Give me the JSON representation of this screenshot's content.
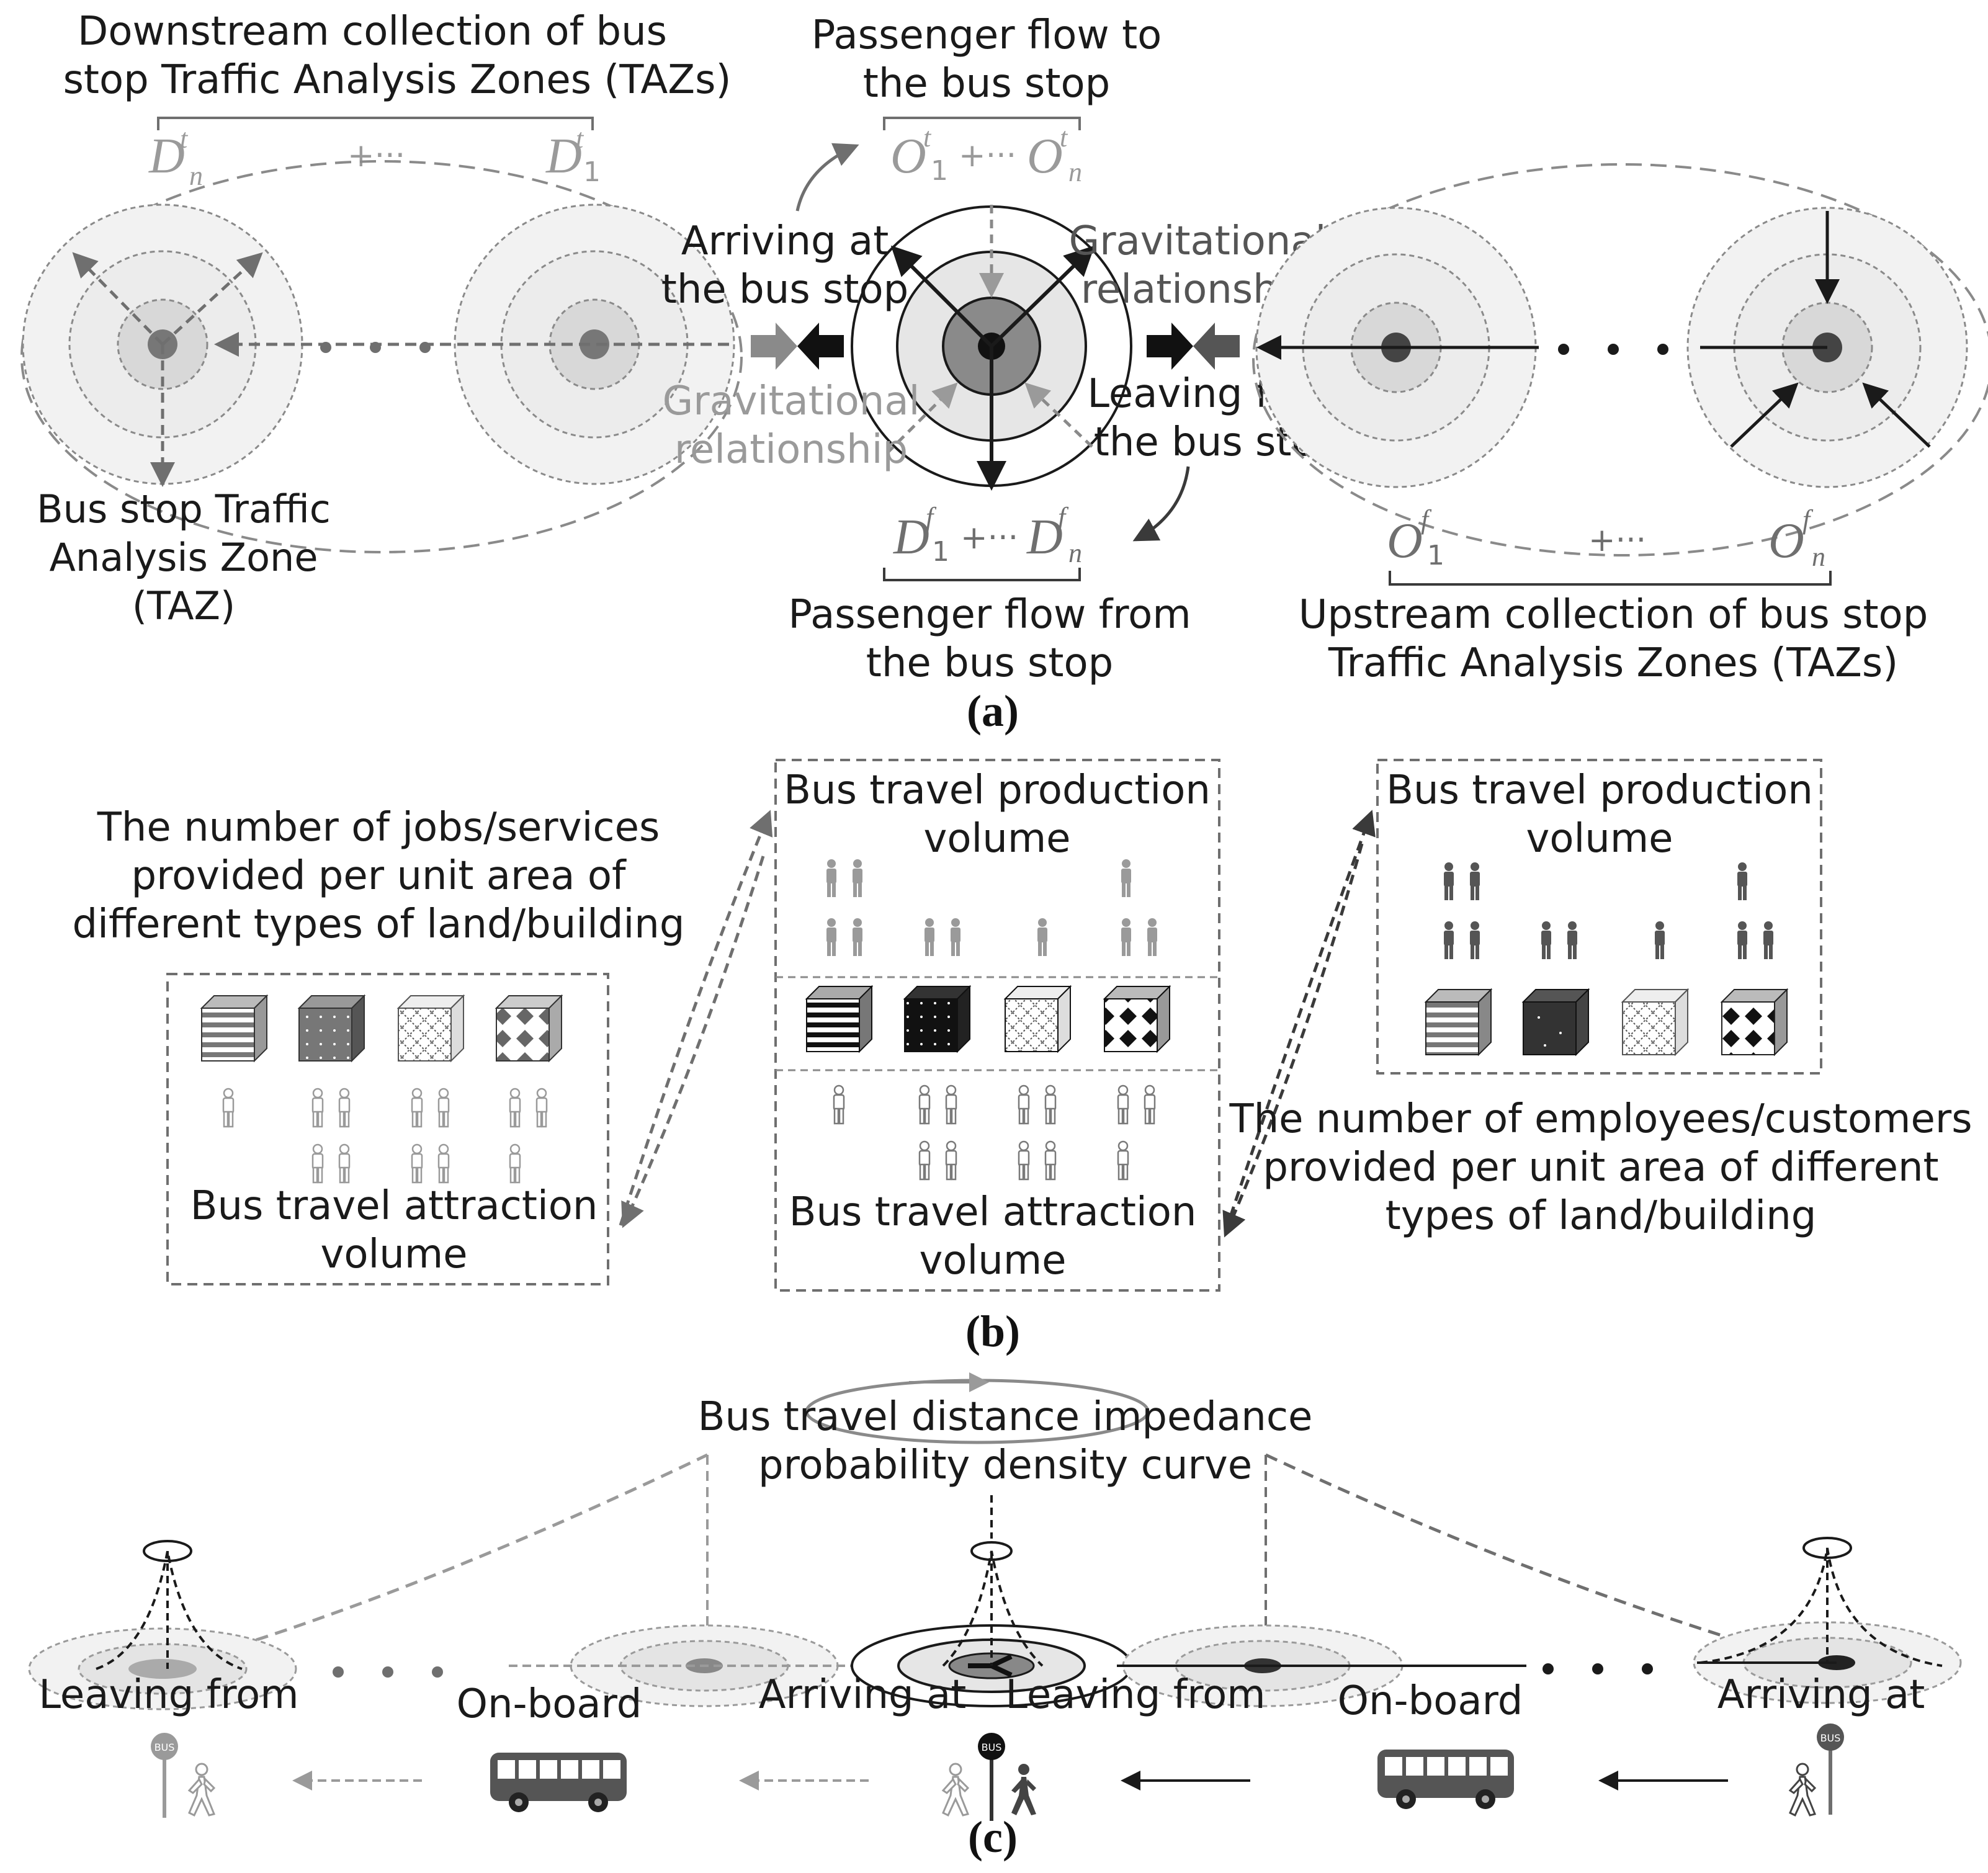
{
  "colors": {
    "ink": "#1a1a1a",
    "mid_gray": "#6f6f6f",
    "light_gray": "#9a9a9a",
    "zone_fill": "#eeeeee",
    "zone_fill_mid": "#dddddd",
    "zone_core": "#888888"
  },
  "panel_a": {
    "caption": "(a)",
    "downstream_title_line1": "Downstream collection of bus",
    "downstream_title_line2": "stop Traffic Analysis Zones (TAZs)",
    "downstream_sum": {
      "left_term": "D",
      "left_sup": "t",
      "left_sub": "n",
      "mid": "+···",
      "right_term": "D",
      "right_sup": "t",
      "right_sub": "1"
    },
    "flow_to_line1": "Passenger flow to",
    "flow_to_line2": "the bus stop",
    "flow_to_sum": {
      "a": "O",
      "a_sup": "t",
      "a_sub": "1",
      "mid": "+···",
      "b": "O",
      "b_sup": "t",
      "b_sub": "n"
    },
    "arriving_line1": "Arriving at",
    "arriving_line2": "the bus stop",
    "grav_right_line1": "Gravitational",
    "grav_right_line2": "relationship",
    "grav_left_line1": "Gravitational",
    "grav_left_line2": "relationship",
    "leaving_line1": "Leaving from",
    "leaving_line2": "the bus stop",
    "taz_line1": "Bus stop Traffic",
    "taz_line2": "Analysis Zone",
    "taz_line3": "(TAZ)",
    "flow_from_sum": {
      "a": "D",
      "a_sup": "f",
      "a_sub": "1",
      "mid": "+···",
      "b": "D",
      "b_sup": "f",
      "b_sub": "n"
    },
    "flow_from_line1": "Passenger flow from",
    "flow_from_line2": "the bus stop",
    "upstream_sum": {
      "left_term": "O",
      "left_sup": "f",
      "left_sub": "1",
      "mid": "+···",
      "right_term": "O",
      "right_sup": "f",
      "right_sub": "n"
    },
    "upstream_title_line1": "Upstream collection of bus stop",
    "upstream_title_line2": "Traffic Analysis Zones (TAZs)"
  },
  "panel_b": {
    "caption": "(b)",
    "jobs_line1": "The number of jobs/services",
    "jobs_line2": "provided per unit area of",
    "jobs_line3": "different types of land/building",
    "box_left_attr_line1": "Bus travel attraction",
    "box_left_attr_line2": "volume",
    "box_mid_prod_line1": "Bus travel production",
    "box_mid_prod_line2": "volume",
    "box_mid_attr_line1": "Bus travel attraction",
    "box_mid_attr_line2": "volume",
    "box_right_prod_line1": "Bus travel production",
    "box_right_prod_line2": "volume",
    "employees_line1": "The number of employees/customers",
    "employees_line2": "provided per unit area of different",
    "employees_line3": "types of land/building"
  },
  "panel_c": {
    "caption": "(c)",
    "curve_line1": "Bus travel distance impedance",
    "curve_line2": "probability density curve",
    "leaving_left": "Leaving from",
    "onboard_left": "On-board",
    "arriving_mid": "Arriving at",
    "leaving_mid": "Leaving from",
    "onboard_right": "On-board",
    "arriving_right": "Arriving at",
    "bus_sign": "BUS"
  }
}
